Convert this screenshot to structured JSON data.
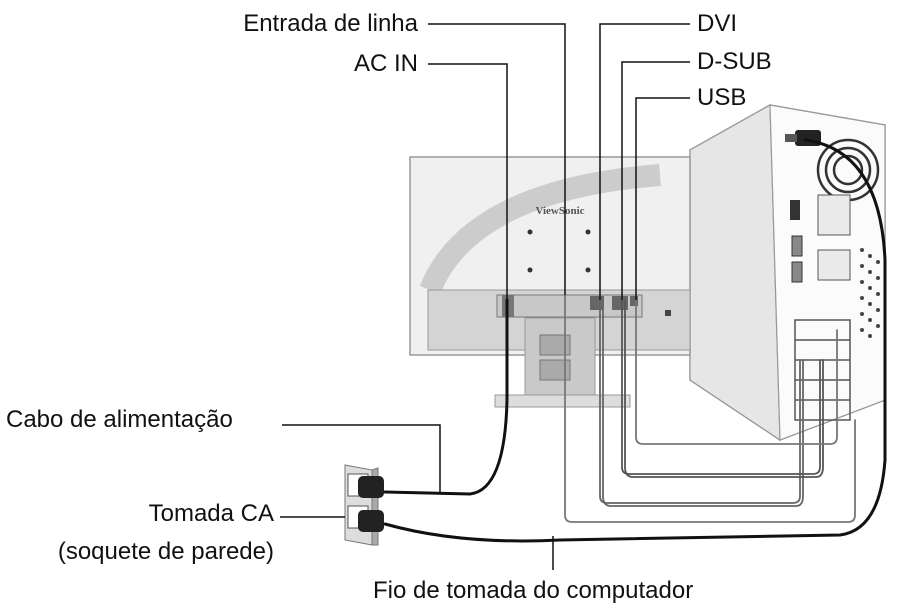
{
  "brand": "ViewSonic",
  "labels": {
    "line_in": "Entrada de linha",
    "ac_in": "AC IN",
    "dvi": "DVI",
    "dsub": "D-SUB",
    "usb": "USB",
    "power_cable": "Cabo de alimentação",
    "outlet_line1": "Tomada CA",
    "outlet_line2": "(soquete de parede)",
    "computer_power_cord": "Fio de tomada do computador"
  }
}
